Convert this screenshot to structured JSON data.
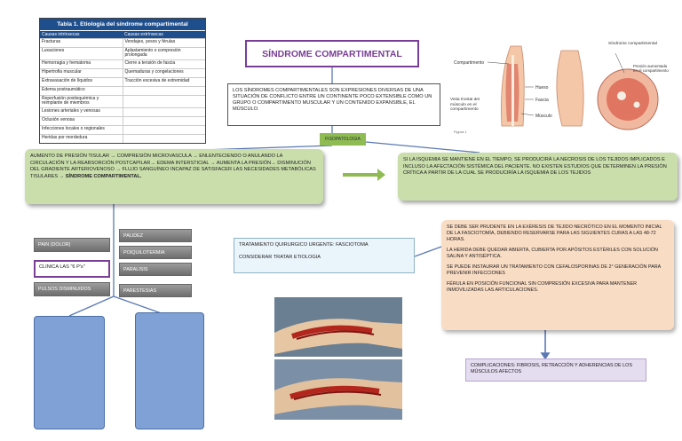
{
  "table": {
    "title": "Tabla 1. Etiología del síndrome compartimental",
    "headers": [
      "Causas intrínsecas",
      "Causas extrínsecas"
    ],
    "rows": [
      [
        "Fracturas",
        "Vendajes, yesos y férulas"
      ],
      [
        "Luxaciones",
        "Aplastamiento o compresión prolongada"
      ],
      [
        "Hemorragia y hematoma",
        "Cierre a tensión de fascia"
      ],
      [
        "Hipertrofia muscular",
        "Quemaduras y congelaciones"
      ],
      [
        "Extravasación de líquidos",
        "Tracción excesiva de extremidad"
      ],
      [
        "Edema postraumático",
        ""
      ],
      [
        "Reperfusión postisquémica y reimplante de miembros",
        ""
      ],
      [
        "Lesiones arteriales y venosas",
        ""
      ],
      [
        "Oclusión venosa",
        ""
      ],
      [
        "Infecciones locales o regionales",
        ""
      ],
      [
        "Heridas por mordedura",
        ""
      ]
    ]
  },
  "title": "SÍNDROME COMPARTIMENTAL",
  "definition": "LOS SÍNDROMES COMPARTIMENTALES SON EXPRESIONES DIVERSAS DE UNA SITUACIÓN DE CONFLICTO ENTRE UN CONTINENTE POCO EXTENSIBLE COMO UN GRUPO O COMPARTIMENTO MUSCULAR Y UN CONTENIDO EXPANSIBLE, EL MÚSCULO.",
  "fisiopatologia": "FISOPATOLOGIA",
  "mechanism": {
    "text": "AUMENTO DE PRESIÓN TISULAR → COMPRESIÓN MICROVASCULA → ENLENTECIENDO O ANULANDO LA CIRCULACIÓN Y LA REABSORCIÓN POSTCAPILAR→ EDEMA INTERSTICIAL → AUMENTA LA PRESIÓN→ DISMINUCIÓN DEL GRADIENTE ARTERIOVENOSO → FLUJO SANGUÍNEO INCAPAZ DE SATISFACER LAS NECESIDADES METABÓLICAS TISULARES → ",
    "bold": "SÍNDROME COMPARTIMENTAL."
  },
  "ischemia": "SI LA ISQUEMIA SE MANTIENE EN EL TIEMPO, SE PRODUCIRÁ LA NECROSIS DE LOS TEJIDOS IMPLICADOS E INCLUSO LA AFECTACIÓN SISTÉMICA DEL PACIENTE. NO EXISTEN ESTUDIOS QUE DETERMINEN LA PRESIÓN CRÍTICA A PARTIR DE LA CUAL SE PRODUCIRÍA LA ISQUEMIA DE LOS TEJIDOS",
  "clinica": "CLINICA LAS \"6 P's\"",
  "signs": {
    "pain": "PAIN (DOLOR)",
    "pulses": "PULSOS DISMINUIDOS",
    "palidez": "PALIDEZ",
    "poiquilo": "POIQUILOTERMIA",
    "paralisis": "PARALISIS",
    "parestesias": "PARESTESIAS"
  },
  "tratamiento": {
    "line1": "TRATAMIENTO QUIRURGICO URGENTE: FASCIOTOMA",
    "line2": "CONSIDERAR TRATAR ETIOLOGIA"
  },
  "care": [
    "SE DEBE SER PRUDENTE EN LA EXÉRESIS DE TEJIDO NECRÓTICO EN EL MOMENTO INICIAL DE LA FASCIOTOMÍA, DEBIENDO RESERVARSE PARA LAS SIGUIENTES CURAS A LAS 48-72 HORAS.",
    "LA HERIDA DEBE QUEDAR ABIERTA, CUBIERTA POR APÓSITOS ESTÉRILES CON SOLUCIÓN SALINA Y ANTISÉPTICA.",
    "SE PUEDE INSTAURAR UN TRATAMIENTO CON CEFALOSPORINAS DE 2° GENERACIÓN PARA PREVENIR INFECCIONES",
    "FÉRULA EN POSICIÓN FUNCIONAL SIN COMPRESIÓN EXCESIVA PARA MANTENER INMOVILIZADAS LAS ARTICULACIONES."
  ],
  "complicaciones": "COMPLICACIONES: FIBROSIS, RETRACCIÓN Y ADHERENCIAS DE LOS MÚSCULOS AFECTOS",
  "figure": {
    "labels": {
      "compartimento": "Compartimento",
      "hueso": "Hueso",
      "fascia": "Fascia",
      "vista": "Vista frontal del músculo en el compartimento",
      "musculo": "Músculo",
      "figura": "Figura 1",
      "sindrome": "Síndrome compartimental",
      "presion": "Presión aumentada en el compartimento"
    }
  },
  "colors": {
    "accent_purple": "#7a3e96",
    "green_box": "#c9deab",
    "green_arrow": "#8fbc52",
    "blue_line": "#6f8fc7",
    "blue_box": "#7fa1d6",
    "orange_box": "#f9dcc4",
    "table_header": "#1f4e8c"
  }
}
